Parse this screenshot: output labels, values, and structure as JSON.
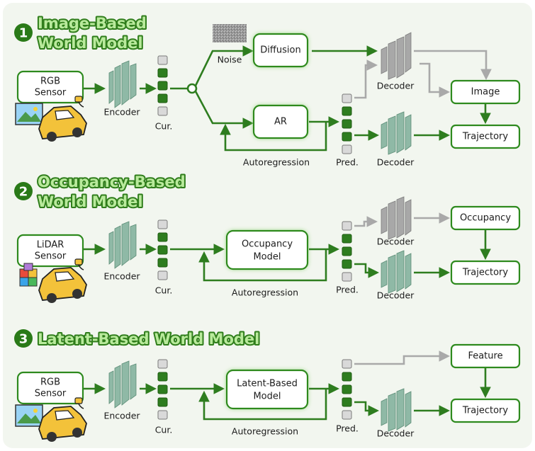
{
  "sections": [
    {
      "number": "1",
      "title_line1": "Image-Based",
      "title_line2": "World Model",
      "sensor": "RGB Sensor",
      "encoder": "Encoder",
      "current": "Cur.",
      "noise": "Noise",
      "diffusion": "Diffusion",
      "ar": "AR",
      "autoregression": "Autoregression",
      "predicted": "Pred.",
      "decoder_top": "Decoder",
      "decoder_bottom": "Decoder",
      "output_top": "Image",
      "output_bottom": "Trajectory"
    },
    {
      "number": "2",
      "title_line1": "Occupancy-Based",
      "title_line2": "World Model",
      "sensor": "LiDAR Sensor",
      "encoder": "Encoder",
      "current": "Cur.",
      "model": "Occupancy Model",
      "autoregression": "Autoregression",
      "predicted": "Pred.",
      "decoder_top": "Decoder",
      "decoder_bottom": "Decoder",
      "output_top": "Occupancy",
      "output_bottom": "Trajectory"
    },
    {
      "number": "3",
      "title_line1": "Latent-Based World Model",
      "sensor": "RGB Sensor",
      "encoder": "Encoder",
      "current": "Cur.",
      "model": "Latent-Based Model",
      "autoregression": "Autoregression",
      "predicted": "Pred.",
      "decoder_bottom": "Decoder",
      "output_top": "Feature",
      "output_bottom": "Trajectory"
    }
  ],
  "colors": {
    "accent": "#2e7d1f",
    "title_fill": "#b9ea9c",
    "background": "#f2f6ef",
    "token_active": "#2e7d1f",
    "token_inactive": "#d9d9d9",
    "decoder_gray": "#a8a8a8",
    "decoder_green": "#8fb9a6",
    "gray_arrow": "#a9a9a9"
  },
  "icons": [
    "car-icon",
    "plug-icon",
    "image-icon",
    "lidar-cubes-icon",
    "noise-patch-icon",
    "encoder-network-icon",
    "decoder-network-icon",
    "token-stack-icon"
  ]
}
